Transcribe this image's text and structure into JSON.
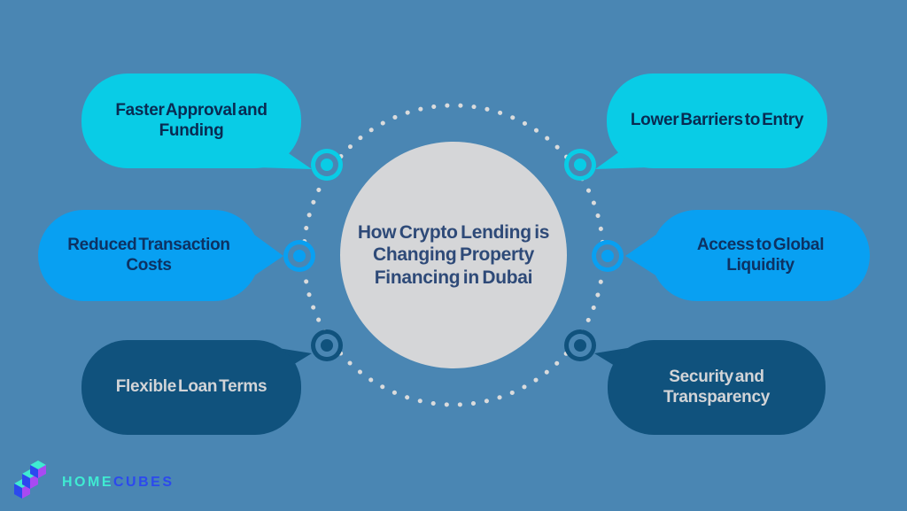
{
  "title": "How Crypto Lending is Changing Property Financing in Dubai",
  "bubbles": [
    {
      "label": "Faster Approval and Funding"
    },
    {
      "label": "Lower Barriers to Entry"
    },
    {
      "label": "Reduced Transaction Costs"
    },
    {
      "label": "Access to Global Liquidity"
    },
    {
      "label": "Flexible Loan Terms"
    },
    {
      "label": "Security and Transparency"
    }
  ],
  "colors": {
    "background": "#4A86B3",
    "cyan": "#09CCE6",
    "blue": "#08A0F2",
    "navy": "#10527D",
    "center_circle": "#D5D6D8",
    "center_text": "#2E4A78",
    "dot": "#DADBDC",
    "dark_text": "#092B52",
    "light_text": "#D2D4D7",
    "logo_teal": "#3FEBD2",
    "logo_blue": "#2C49EE",
    "logo_purple": "#A94AF2"
  },
  "logo": {
    "word1": "HOME",
    "word2": "CUBES"
  }
}
